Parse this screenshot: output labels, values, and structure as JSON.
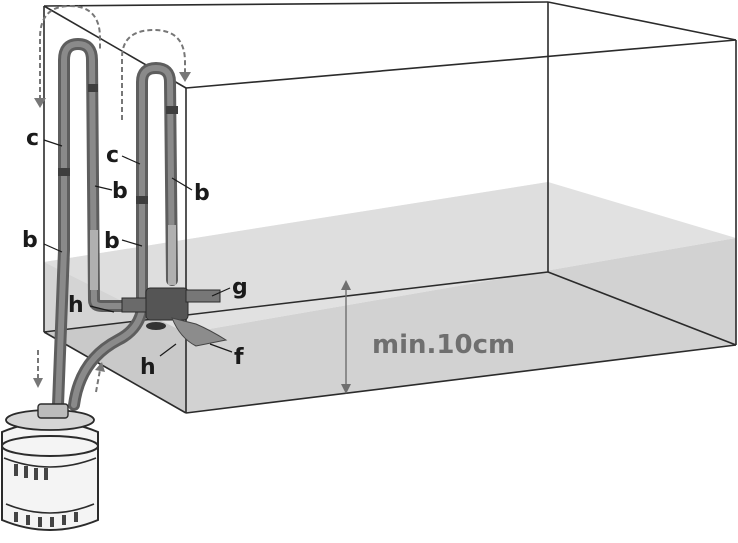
{
  "colors": {
    "glass": "#2b2b2b",
    "water": "#d9d9d9",
    "water_edge": "#bdbdbd",
    "hose": "#6e6e6e",
    "hose_light": "#9a9a9a",
    "label": "#1a1a1a",
    "measure": "#6f6f6f"
  },
  "labels": {
    "c_left": "c",
    "b_left_lower": "b",
    "b_left_inner": "b",
    "c_mid": "c",
    "b_mid_inner": "b",
    "b_right": "b",
    "h_upper": "h",
    "h_lower": "h",
    "g": "g",
    "f": "f",
    "min_depth": "min.10cm"
  }
}
